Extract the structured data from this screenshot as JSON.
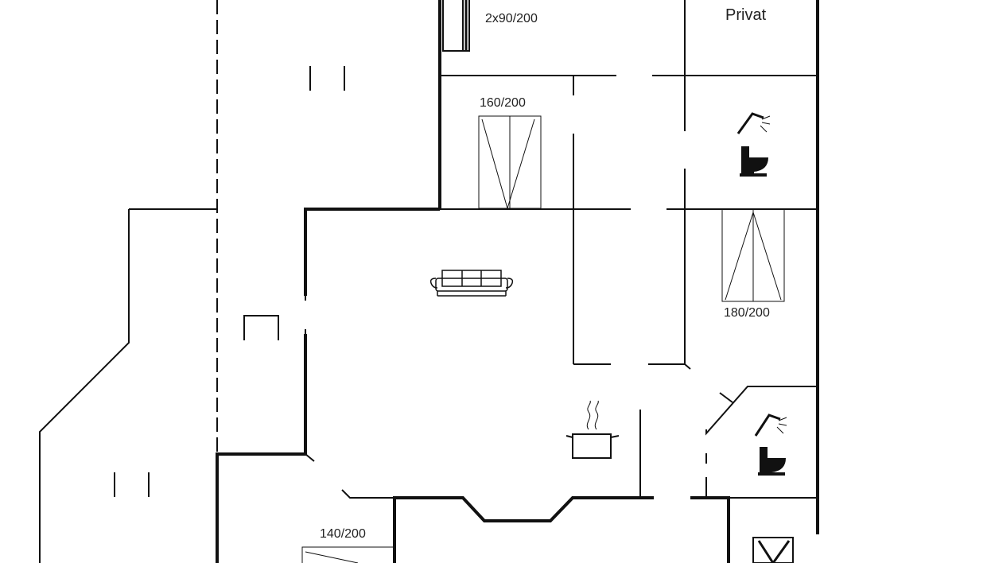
{
  "plan": {
    "labels": {
      "bed_top": "2x90/200",
      "private": "Privat",
      "bed_160": "160/200",
      "bed_180": "180/200",
      "bed_140": "140/200"
    },
    "icons": [
      "sofa-icon",
      "cooking-pot-icon",
      "shower-icon",
      "toilet-icon"
    ],
    "colors": {
      "line": "#111111",
      "background": "#ffffff"
    }
  }
}
